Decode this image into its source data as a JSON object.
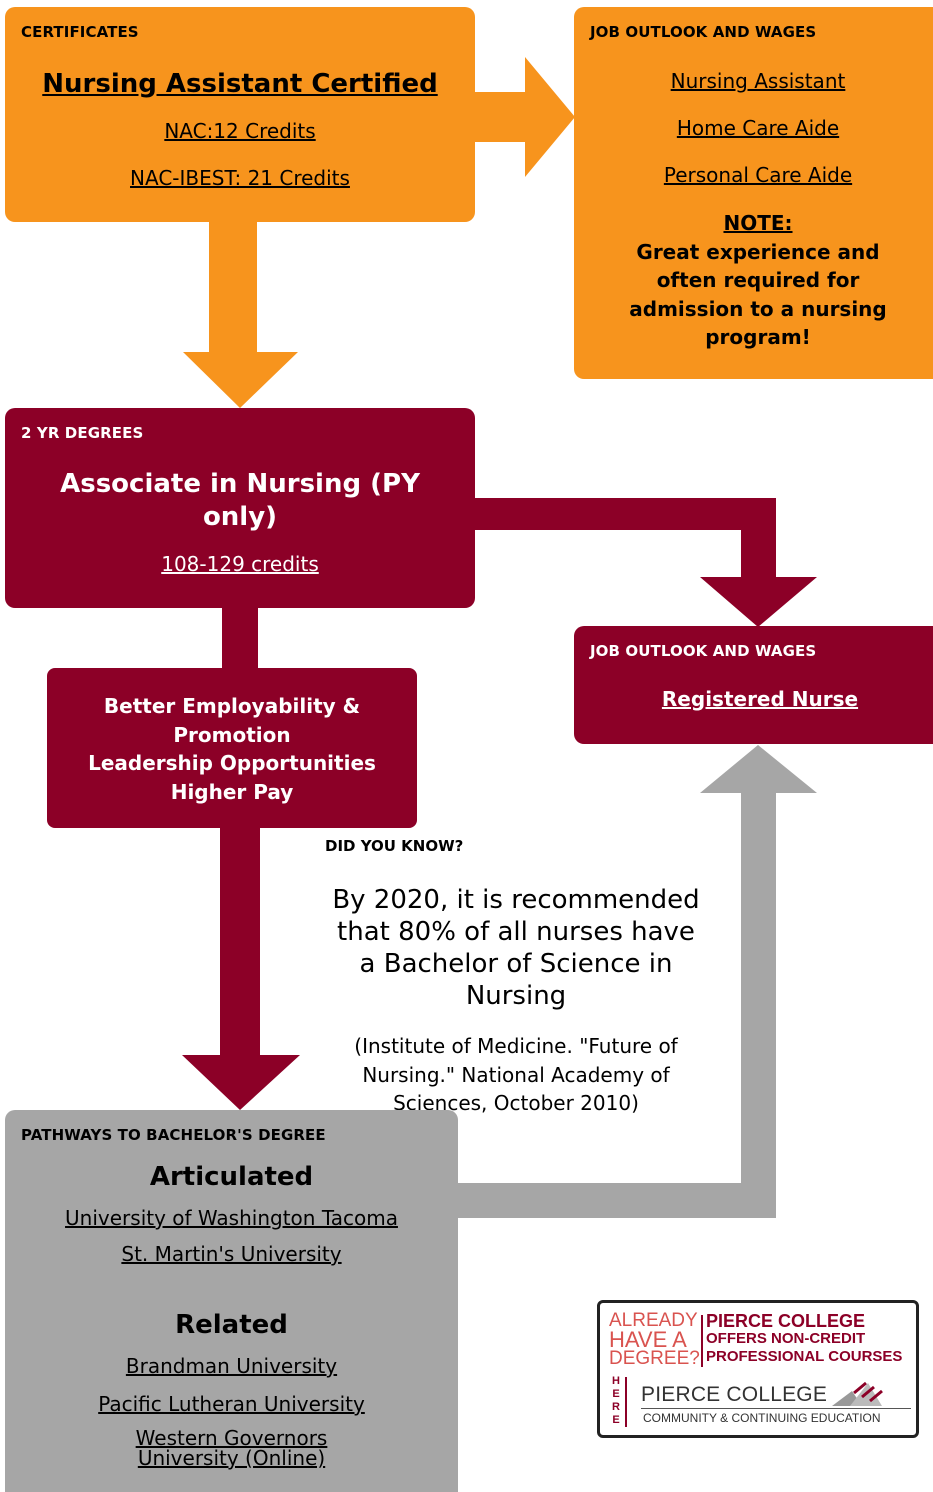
{
  "colors": {
    "orange": "#f7941d",
    "maroon": "#8c0027",
    "gray": "#a6a6a6"
  },
  "certificates": {
    "header": "CERTIFICATES",
    "title": "Nursing Assistant Certified",
    "links": [
      "NAC:12 Credits",
      "NAC-IBEST: 21 Credits"
    ]
  },
  "job_outlook_1": {
    "header": "JOB OUTLOOK AND WAGES",
    "links": [
      "Nursing Assistant",
      "Home Care Aide",
      "Personal Care Aide"
    ],
    "note_label": "NOTE:",
    "note_lines": [
      "Great experience and",
      "often required for",
      "admission to a nursing",
      "program!"
    ]
  },
  "degrees": {
    "header": "2 YR DEGREES",
    "title_lines": [
      "Associate in Nursing (PY",
      "only)"
    ],
    "credits": "108-129 credits"
  },
  "benefits": {
    "lines": [
      "Better Employability &",
      "Promotion",
      "Leadership Opportunities",
      "Higher Pay"
    ]
  },
  "job_outlook_2": {
    "header": "JOB OUTLOOK AND WAGES",
    "link": "Registered Nurse"
  },
  "did_you_know": {
    "header": "DID YOU KNOW?",
    "fact_lines": [
      "By 2020, it is recommended",
      "that 80% of all nurses have",
      "a Bachelor of Science in",
      "Nursing"
    ],
    "source_lines": [
      "(Institute of Medicine. \"Future of",
      "Nursing.\" National Academy of",
      "Sciences, October 2010)"
    ]
  },
  "pathways": {
    "header": "PATHWAYS TO BACHELOR'S DEGREE",
    "articulated_title": "Articulated",
    "articulated": [
      "University of Washington Tacoma",
      "St. Martin's University"
    ],
    "related_title": "Related",
    "related": [
      "Brandman University",
      "Pacific Lutheran University"
    ],
    "related_multiline": [
      "Western Governors",
      "University (Online)"
    ]
  },
  "ad": {
    "left_lines": [
      "ALREADY",
      "HAVE A",
      "DEGREE?"
    ],
    "right_lines": [
      "PIERCE COLLEGE",
      "OFFERS NON-CREDIT",
      "PROFESSIONAL COURSES"
    ],
    "vertical": "HERE",
    "logo_name": "PIERCE COLLEGE",
    "logo_sub": "COMMUNITY & CONTINUING EDUCATION"
  }
}
